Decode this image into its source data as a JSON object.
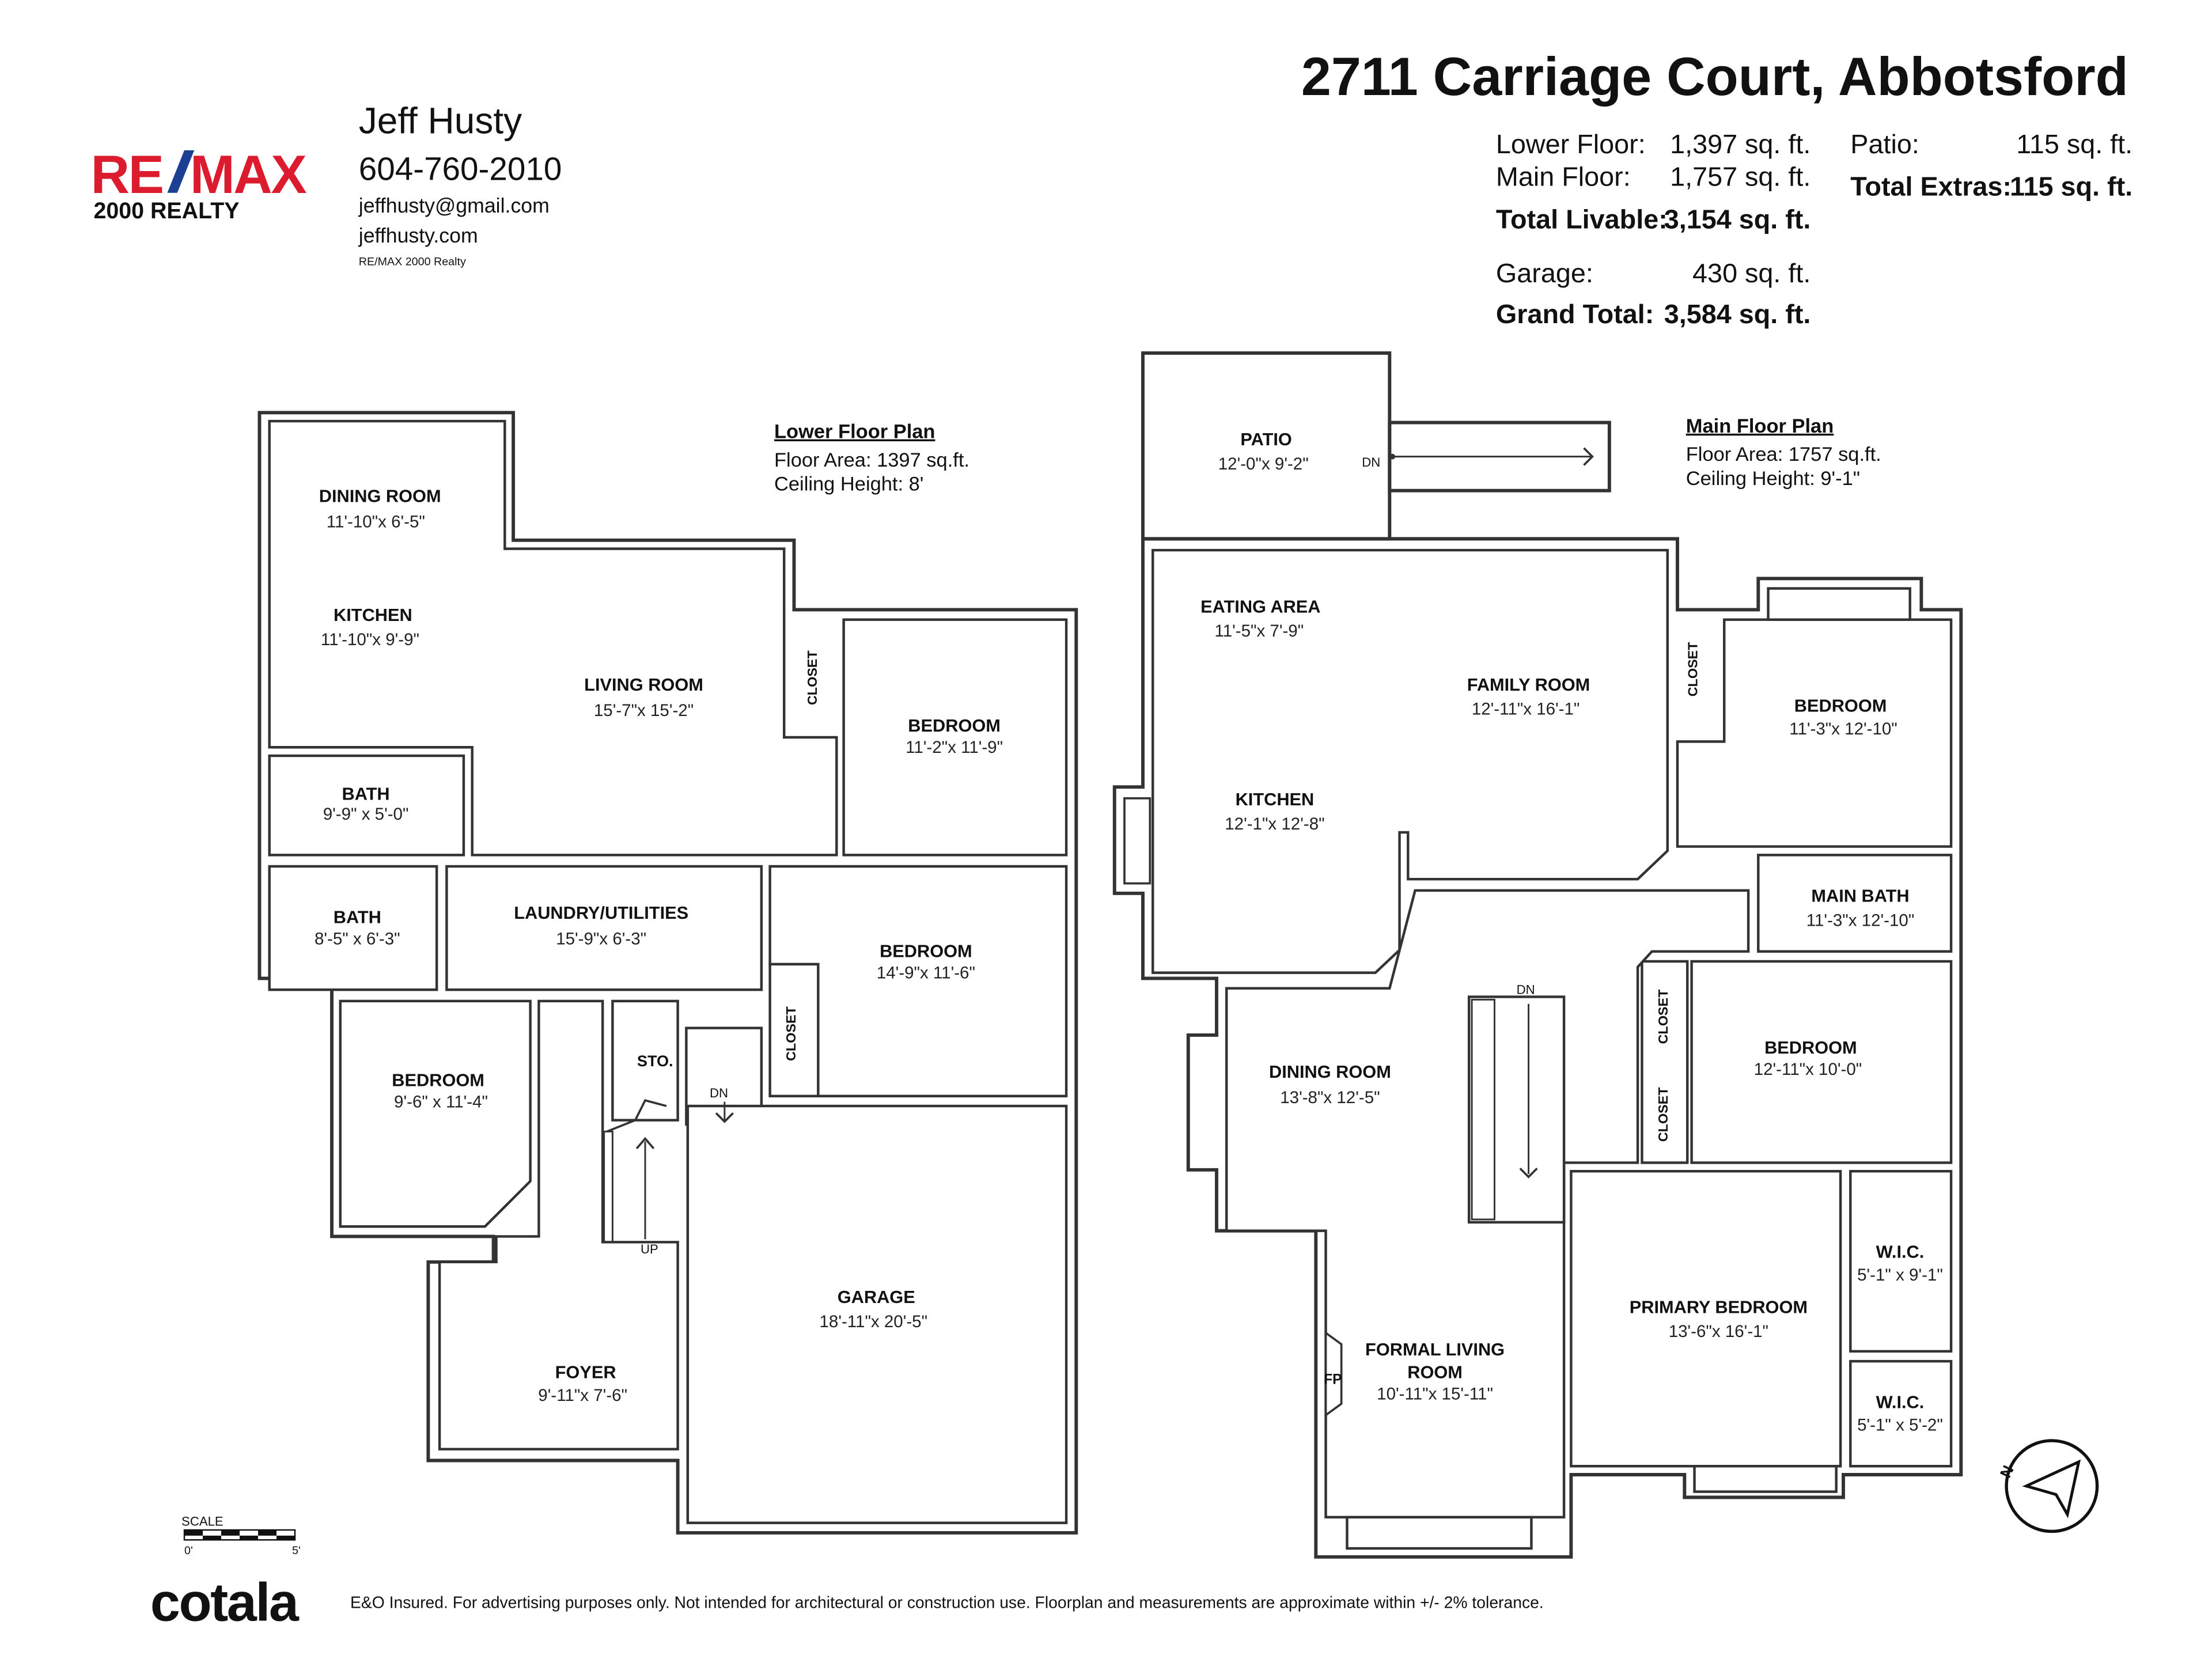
{
  "title": "2711 Carriage Court, Abbotsford",
  "agent": {
    "brand_logo": "RE/MAX",
    "brand_sub": "2000 REALTY",
    "name": "Jeff Husty",
    "phone": "604-760-2010",
    "email": "jeffhusty@gmail.com",
    "website": "jeffhusty.com",
    "brokerage": "RE/MAX 2000 Realty",
    "colors": {
      "red": "#dc1c2e",
      "blue": "#1c3f94"
    }
  },
  "summary": {
    "lower_label": "Lower Floor:",
    "lower_value": "1,397 sq. ft.",
    "main_label": "Main Floor:",
    "main_value": "1,757 sq. ft.",
    "livable_label": "Total Livable:",
    "livable_value": "3,154 sq. ft.",
    "garage_label": "Garage:",
    "garage_value": "430 sq. ft.",
    "grand_label": "Grand Total:",
    "grand_value": "3,584 sq. ft.",
    "patio_label": "Patio:",
    "patio_value": "115 sq. ft.",
    "extras_label": "Total Extras:",
    "extras_value": "115 sq. ft."
  },
  "lower_floor": {
    "heading": "Lower Floor Plan",
    "area": "Floor Area: 1397 sq.ft.",
    "ceiling": "Ceiling Height: 8'",
    "rooms": [
      {
        "name": "DINING ROOM",
        "dims": "11'-10\"x 6'-5\""
      },
      {
        "name": "KITCHEN",
        "dims": "11'-10\"x 9'-9\""
      },
      {
        "name": "LIVING ROOM",
        "dims": "15'-7\"x 15'-2\""
      },
      {
        "name": "BEDROOM",
        "dims": "11'-2\"x 11'-9\""
      },
      {
        "name": "BATH",
        "dims": "9'-9\" x 5'-0\""
      },
      {
        "name": "BATH",
        "dims": "8'-5\" x 6'-3\""
      },
      {
        "name": "LAUNDRY/UTILITIES",
        "dims": "15'-9\"x 6'-3\""
      },
      {
        "name": "BEDROOM",
        "dims": "14'-9\"x 11'-6\""
      },
      {
        "name": "BEDROOM",
        "dims": "9'-6\" x 11'-4\""
      },
      {
        "name": "GARAGE",
        "dims": "18'-11\"x 20'-5\""
      },
      {
        "name": "FOYER",
        "dims": "9'-11\"x 7'-6\""
      }
    ],
    "closet": "CLOSET",
    "storage": "STO.",
    "down": "DN",
    "up": "UP"
  },
  "main_floor": {
    "heading": "Main Floor Plan",
    "area": "Floor Area: 1757 sq.ft.",
    "ceiling": "Ceiling Height: 9'-1\"",
    "rooms": [
      {
        "name": "PATIO",
        "dims": "12'-0\"x 9'-2\""
      },
      {
        "name": "EATING AREA",
        "dims": "11'-5\"x 7'-9\""
      },
      {
        "name": "FAMILY ROOM",
        "dims": "12'-11\"x 16'-1\""
      },
      {
        "name": "KITCHEN",
        "dims": "12'-1\"x 12'-8\""
      },
      {
        "name": "BEDROOM",
        "dims": "11'-3\"x 12'-10\""
      },
      {
        "name": "MAIN BATH",
        "dims": "11'-3\"x 12'-10\""
      },
      {
        "name": "BEDROOM",
        "dims": "12'-11\"x 10'-0\""
      },
      {
        "name": "DINING ROOM",
        "dims": "13'-8\"x 12'-5\""
      },
      {
        "name": "PRIMARY BEDROOM",
        "dims": "13'-6\"x 16'-1\""
      },
      {
        "name": "W.I.C.",
        "dims": "5'-1\" x 9'-1\""
      },
      {
        "name": "W.I.C.",
        "dims": "5'-1\" x 5'-2\""
      },
      {
        "name": "FORMAL LIVING",
        "name2": "ROOM",
        "dims": "10'-11\"x 15'-11\""
      }
    ],
    "closet": "CLOSET",
    "down": "DN",
    "fireplace": "FP"
  },
  "scale": {
    "label": "SCALE",
    "min": "0'",
    "max": "5'"
  },
  "compass": {
    "north": "N"
  },
  "footer": {
    "logo": "cotala",
    "disclaimer": "E&O Insured. For advertising purposes only. Not intended for architectural or construction use. Floorplan and measurements are approximate within +/- 2% tolerance."
  }
}
